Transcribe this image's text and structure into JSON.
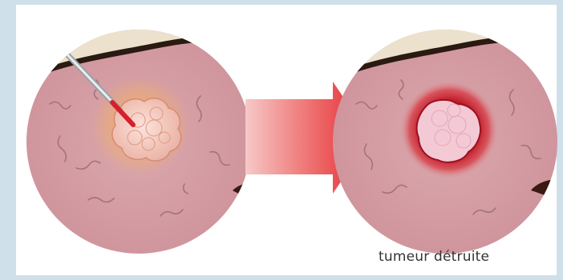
{
  "caption": "tumeur détruite",
  "colors": {
    "background": "#cfe0ea",
    "panel": "#ffffff",
    "tissue": "#d7a0a6",
    "skin_layer": "#ece1cc",
    "dark_line": "#2a1a12",
    "tumor": "#f3cbbf",
    "ablated_ring": "#c11d2a",
    "arrow": "#e93a3f"
  },
  "icons": {
    "probe": "ablation-probe-needle",
    "arrow": "transition-arrow"
  }
}
